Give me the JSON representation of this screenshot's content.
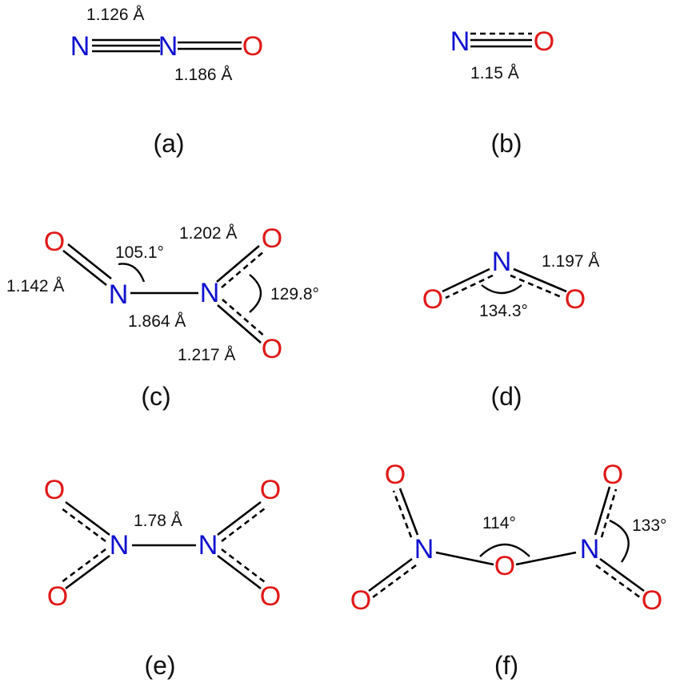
{
  "colors": {
    "nitrogen": "#1010d0",
    "oxygen": "#e01818",
    "bond": "#000000"
  },
  "atoms": {
    "N": "N",
    "O": "O"
  },
  "panels": {
    "a": {
      "caption": "(a)",
      "bond_nn": "1.126 Å",
      "bond_no": "1.186 Å"
    },
    "b": {
      "caption": "(b)",
      "bond_no": "1.15 Å"
    },
    "c": {
      "caption": "(c)",
      "bond_no_left": "1.142 Å",
      "angle_left": "105.1°",
      "bond_no_top": "1.202 Å",
      "angle_right": "129.8°",
      "bond_nn": "1.864 Å",
      "bond_no_bottom": "1.217 Å"
    },
    "d": {
      "caption": "(d)",
      "bond_no": "1.197 Å",
      "angle": "134.3°"
    },
    "e": {
      "caption": "(e)",
      "bond_nn": "1.78 Å"
    },
    "f": {
      "caption": "(f)",
      "angle_center": "114°",
      "angle_right": "133°"
    }
  }
}
